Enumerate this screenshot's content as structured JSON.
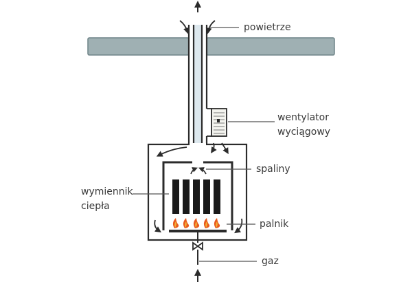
{
  "labels": {
    "air": "powietrze",
    "fan_line1": "wentylator",
    "fan_line2": "wyciągowy",
    "flue_gas": "spaliny",
    "heat_exchanger_line1": "wymiennik",
    "heat_exchanger_line2": "ciepła",
    "burner": "palnik",
    "gas": "gaz"
  },
  "colors": {
    "roof": "#9fb0b3",
    "roof_edge": "#6f8488",
    "pipe_fill": "#dde8ee",
    "line": "#2b2b2b",
    "flame_outer": "#e85a1f",
    "flame_inner": "#f2b133",
    "leader": "#555555"
  }
}
